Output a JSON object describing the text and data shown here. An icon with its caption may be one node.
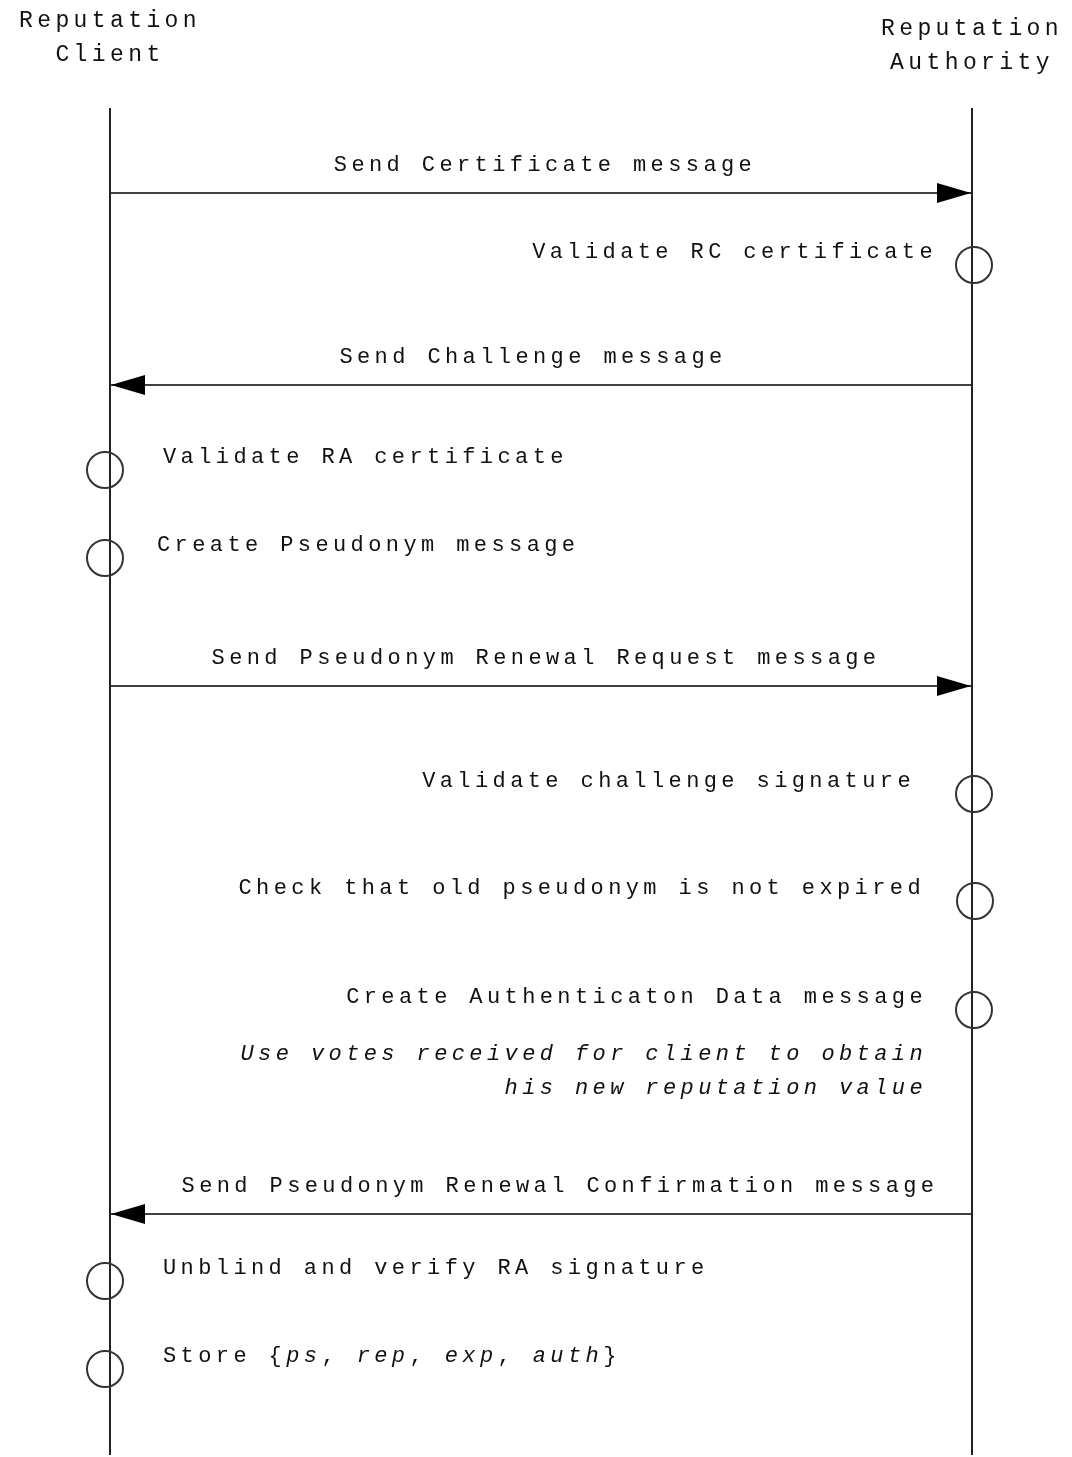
{
  "diagram": {
    "nodes": [
      {
        "text": [
          "Reputation Client"
        ]
      },
      {
        "text": [
          "Reputation Authority"
        ]
      },
      {
        "text": [],
        "shape": "circle",
        "beside": [
          "Validate RC certificate"
        ]
      },
      {
        "text": [],
        "shape": "circle",
        "beside": [
          "Validate RA certificate"
        ]
      },
      {
        "text": [],
        "shape": "circle",
        "beside": [
          "Create Pseudonym message"
        ]
      },
      {
        "text": [],
        "shape": "circle",
        "beside": [
          "Validate challenge signature"
        ]
      },
      {
        "text": [],
        "shape": "circle",
        "beside": [
          "Check that old pseudonym is not expired"
        ]
      },
      {
        "text": [],
        "shape": "circle",
        "beside": [
          "Create Authenticaton Data message",
          "Use votes received for client to obtain his new reputation value"
        ]
      },
      {
        "text": [],
        "shape": "circle",
        "beside": [
          "Unblind and verify RA signature"
        ]
      },
      {
        "text": [],
        "shape": "circle",
        "beside": [
          "Store {*ps*, *rep*, *exp*, *auth*}"
        ]
      }
    ],
    "edges": [
      {
        "from": 0,
        "to": 1,
        "arrow": "to",
        "label": "Send Certificate message"
      },
      {
        "from": 1,
        "to": 0,
        "arrow": "to",
        "label": "Send Challenge message"
      },
      {
        "from": 0,
        "to": 1,
        "arrow": "to",
        "label": "Send Pseudonym Renewal Request message"
      },
      {
        "from": 1,
        "to": 0,
        "arrow": "to",
        "label": "Send Pseudonym Renewal Confirmation message"
      }
    ]
  }
}
